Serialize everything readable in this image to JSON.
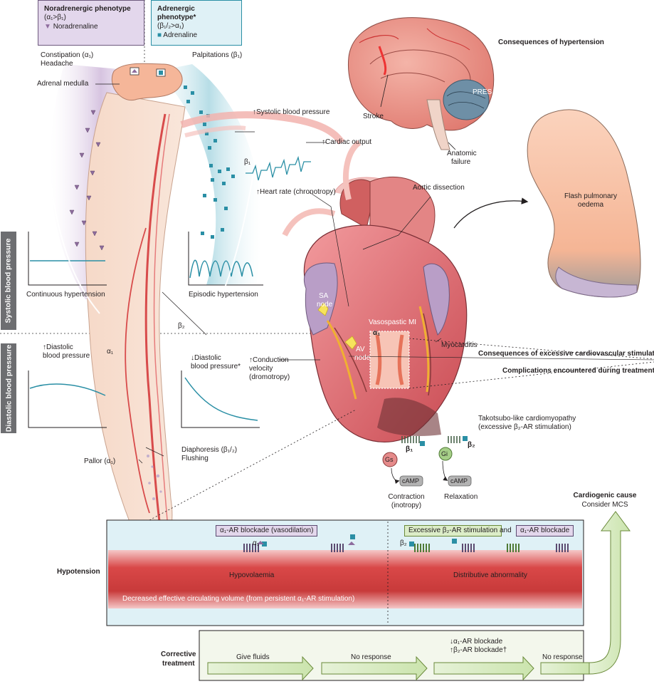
{
  "phenotypes": {
    "noradrenergic": {
      "title": "Noradrenergic phenotype",
      "ratio": "(α₁>β₁)",
      "legend": "Noradrenaline"
    },
    "adrenergic": {
      "title": "Adrenergic phenotype*",
      "ratio": "(β₁/₂>α₁)",
      "legend": "Adrenaline"
    }
  },
  "axis_tabs": {
    "systolic": "Systolic blood pressure",
    "diastolic": "Diastolic blood pressure"
  },
  "body_labels": {
    "constipation": "Constipation (α₁)",
    "headache": "Headache",
    "palpitations": "Palpitations (β₁)",
    "adrenal_medulla": "Adrenal medulla",
    "continuous_htn": "Continuous hypertension",
    "episodic_htn": "Episodic hypertension",
    "diastolic_up_1": "↑Diastolic",
    "diastolic_up_2": "blood pressure",
    "alpha1": "α₁",
    "beta2": "β₂",
    "diastolic_down_1": "↓Diastolic",
    "diastolic_down_2": "blood pressure*",
    "pallor": "Pallor (α₁)",
    "diaphoresis": "Diaphoresis (β₁/₂)",
    "flushing": "Flushing"
  },
  "heart_labels": {
    "systolic_bp": "↑Systolic blood pressure",
    "cardiac_output": "↑Cardiac output",
    "beta1": "β₁",
    "heart_rate": "↑Heart rate (chronotropy)",
    "aortic_dissection": "Aortic dissection",
    "sa_node_1": "SA",
    "sa_node_2": "node",
    "vasospastic": "Vasospastic MI",
    "alpha1": "α₁",
    "av_node_1": "AV",
    "av_node_2": "node",
    "myocarditis": "Myocarditis",
    "conduction_1": "↑Conduction",
    "conduction_2": "velocity",
    "conduction_3": "(dromotropy)",
    "takotsubo_1": "Takotsubo-like cardiomyopathy",
    "takotsubo_2": "(excessive β₂-AR stimulation)",
    "gs": "Gs",
    "gi": "Gi",
    "beta1_receptor": "β₁",
    "beta2_receptor": "β₂",
    "camp_1": "cAMP",
    "camp_2": "cAMP",
    "contraction_1": "Contraction",
    "contraction_2": "(inotropy)",
    "relaxation": "Relaxation"
  },
  "brain": {
    "heading": "Consequences of hypertension",
    "stroke": "Stroke",
    "pres": "PRES",
    "anatomic_1": "Anatomic",
    "anatomic_2": "failure"
  },
  "lung": {
    "label_1": "Flash pulmonary",
    "label_2": "oedema"
  },
  "section_headings": {
    "excessive_cv": "Consequences of excessive cardiovascular stimulation",
    "complications": "Complications encountered during treatment"
  },
  "hypotension": {
    "title": "Hypotension",
    "alpha_blockade": "α₁-AR blockade (vasodilation)",
    "alpha1": "α₁",
    "hypovolaemia": "Hypovolaemia",
    "beta2": "β₂",
    "excessive_beta2": "Excessive β₂-AR stimulation",
    "and": "and",
    "alpha_blockade_2": "α₁-AR blockade",
    "distributive": "Distributive abnormality",
    "decreased_volume": "Decreased effective circulating volume (from persistent α₁-AR stimulation)"
  },
  "cardiogenic": {
    "title": "Cardiogenic cause",
    "sub": "Consider MCS"
  },
  "corrective": {
    "title_1": "Corrective",
    "title_2": "treatment",
    "step1": "Give fluids",
    "step2": "No response",
    "step3a": "↓α₁-AR blockade",
    "step3b": "↑β₂-AR blockade†",
    "step4": "No response"
  },
  "colors": {
    "noradrenaline_purple": "#8e6c9e",
    "adrenaline_teal": "#2a8fa5",
    "vessel_red": "#e24a4a",
    "green_arrow": "#cfe6b4",
    "heart_pink": "#e8737a"
  }
}
